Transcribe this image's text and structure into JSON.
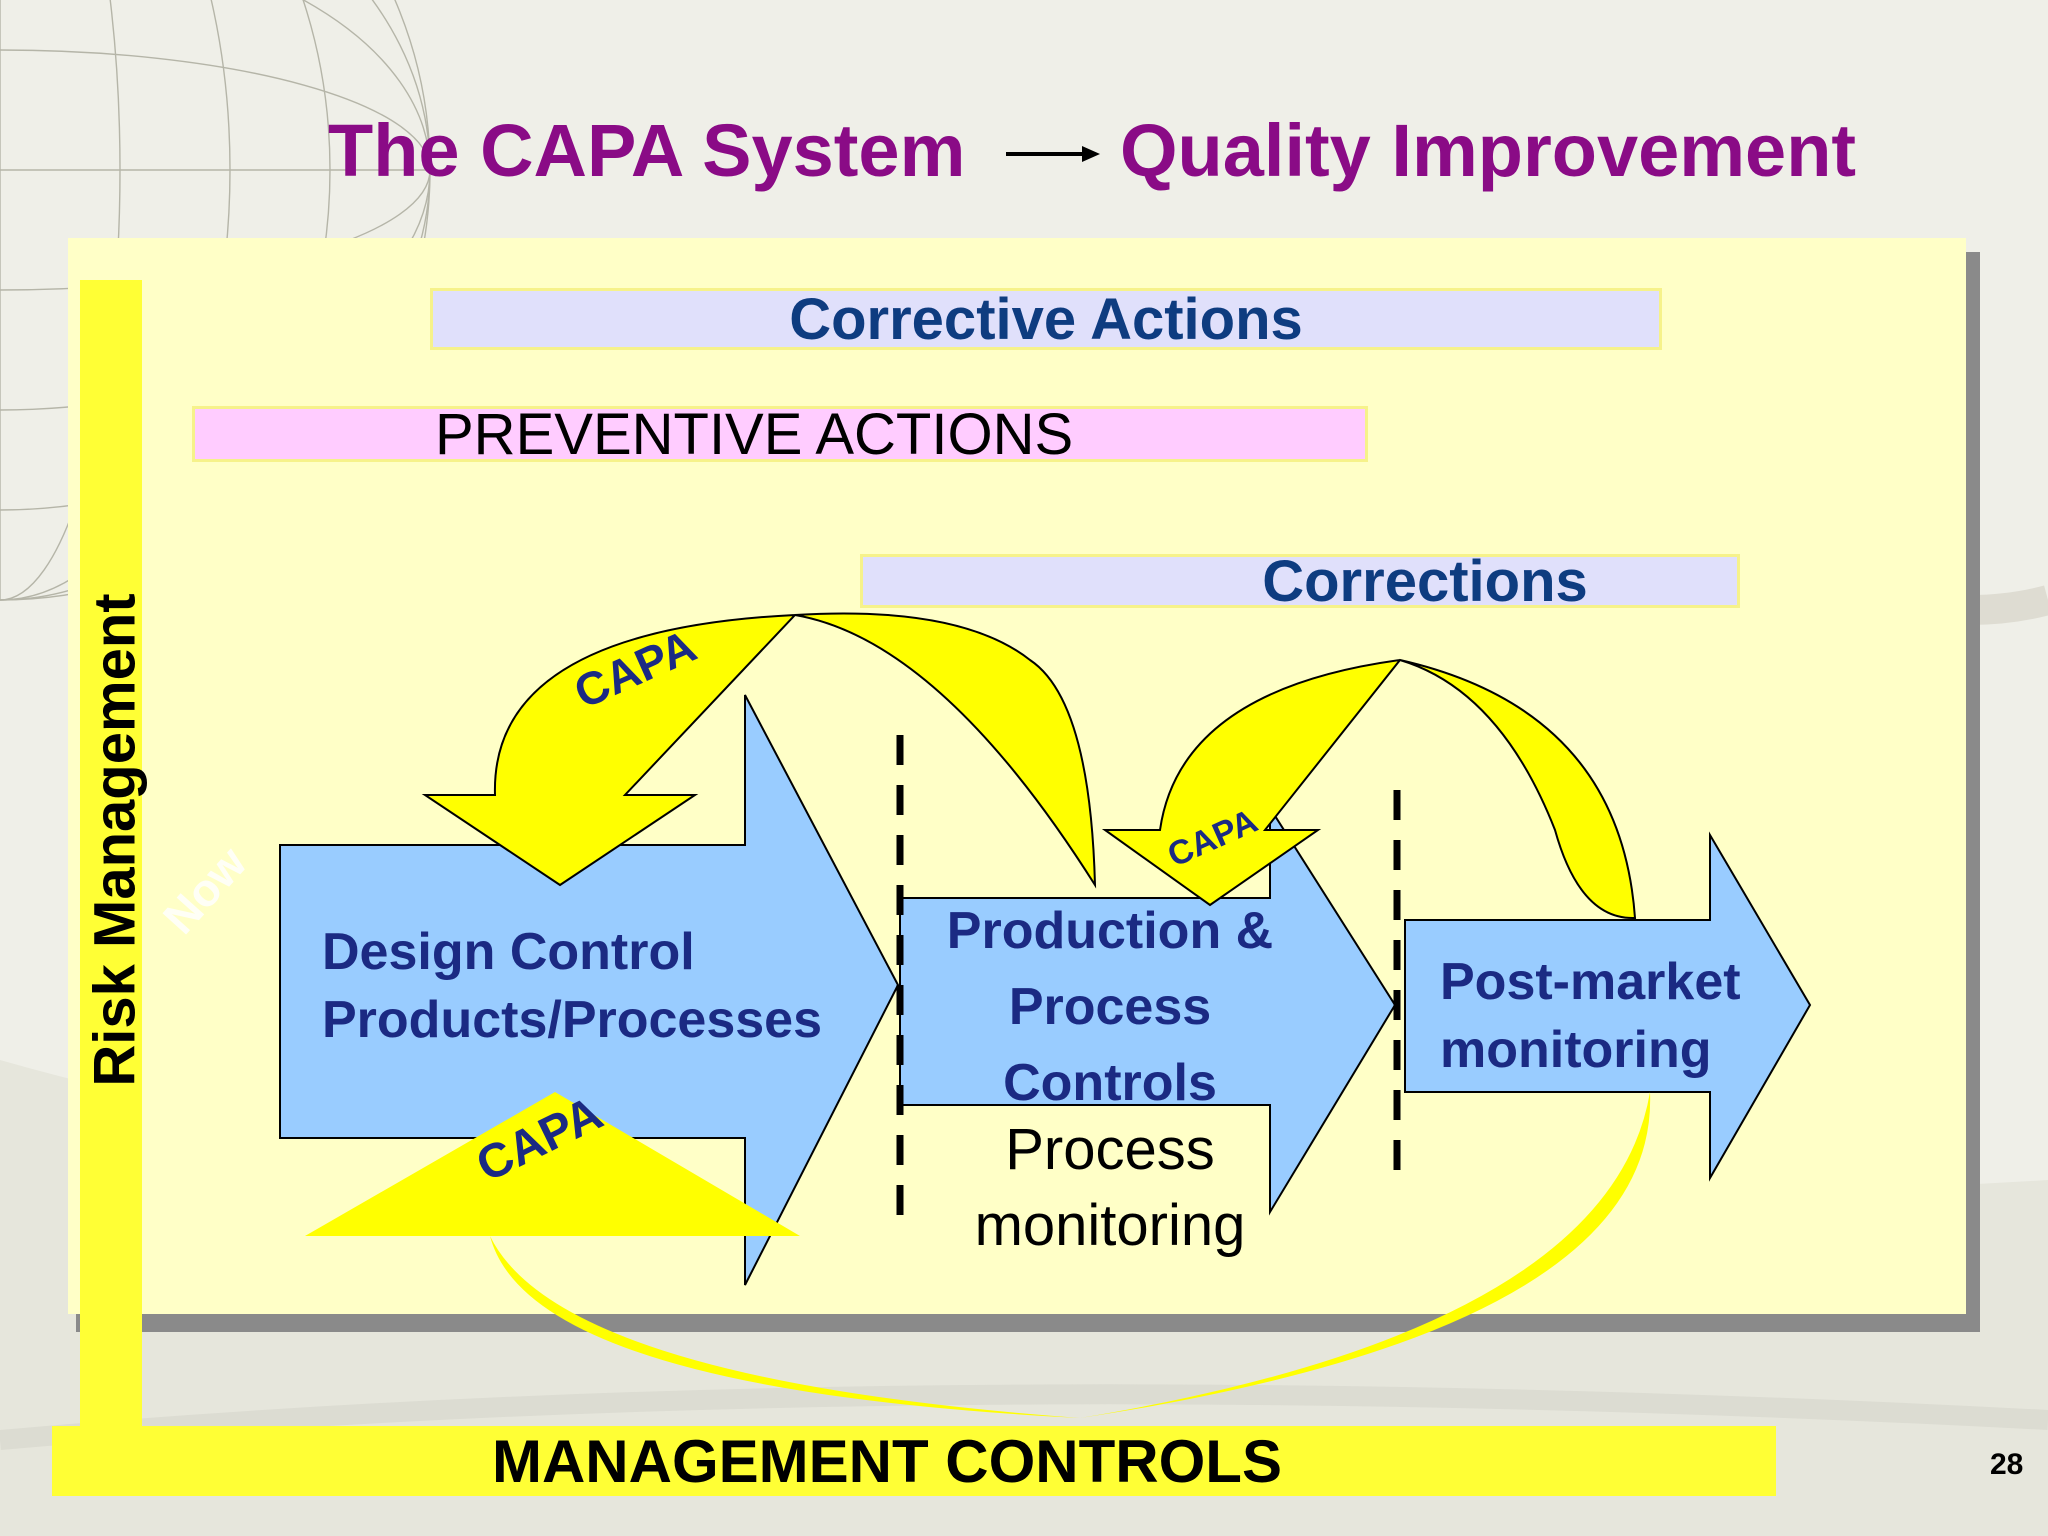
{
  "slide": {
    "title_left": "The CAPA System",
    "title_right": "Quality Improvement",
    "page_number": "28"
  },
  "bars": {
    "corrective_actions": "Corrective Actions",
    "preventive_actions": "PREVENTIVE ACTIONS",
    "corrections": "Corrections",
    "management_controls": "MANAGEMENT CONTROLS",
    "risk_management": "Risk Management"
  },
  "stages": {
    "design_control": [
      "Design Control",
      "Products/Processes"
    ],
    "production": [
      "Production &",
      "Process",
      "Controls"
    ],
    "post_market": [
      "Post-market",
      "monitoring"
    ],
    "process_monitoring": [
      "Process",
      "monitoring"
    ]
  },
  "capa_labels": [
    "CAPA",
    "CAPA",
    "CAPA"
  ],
  "watermark": "Now",
  "colors": {
    "title": "#8a0b86",
    "bar_text": "#0e3c80",
    "panel": "#ffffc7",
    "arrow_yellow": "#ffff00",
    "stage_blue": "#99ccff",
    "preventive_bar": "#ffccff",
    "corrective_bar": "#e0e0fb"
  }
}
